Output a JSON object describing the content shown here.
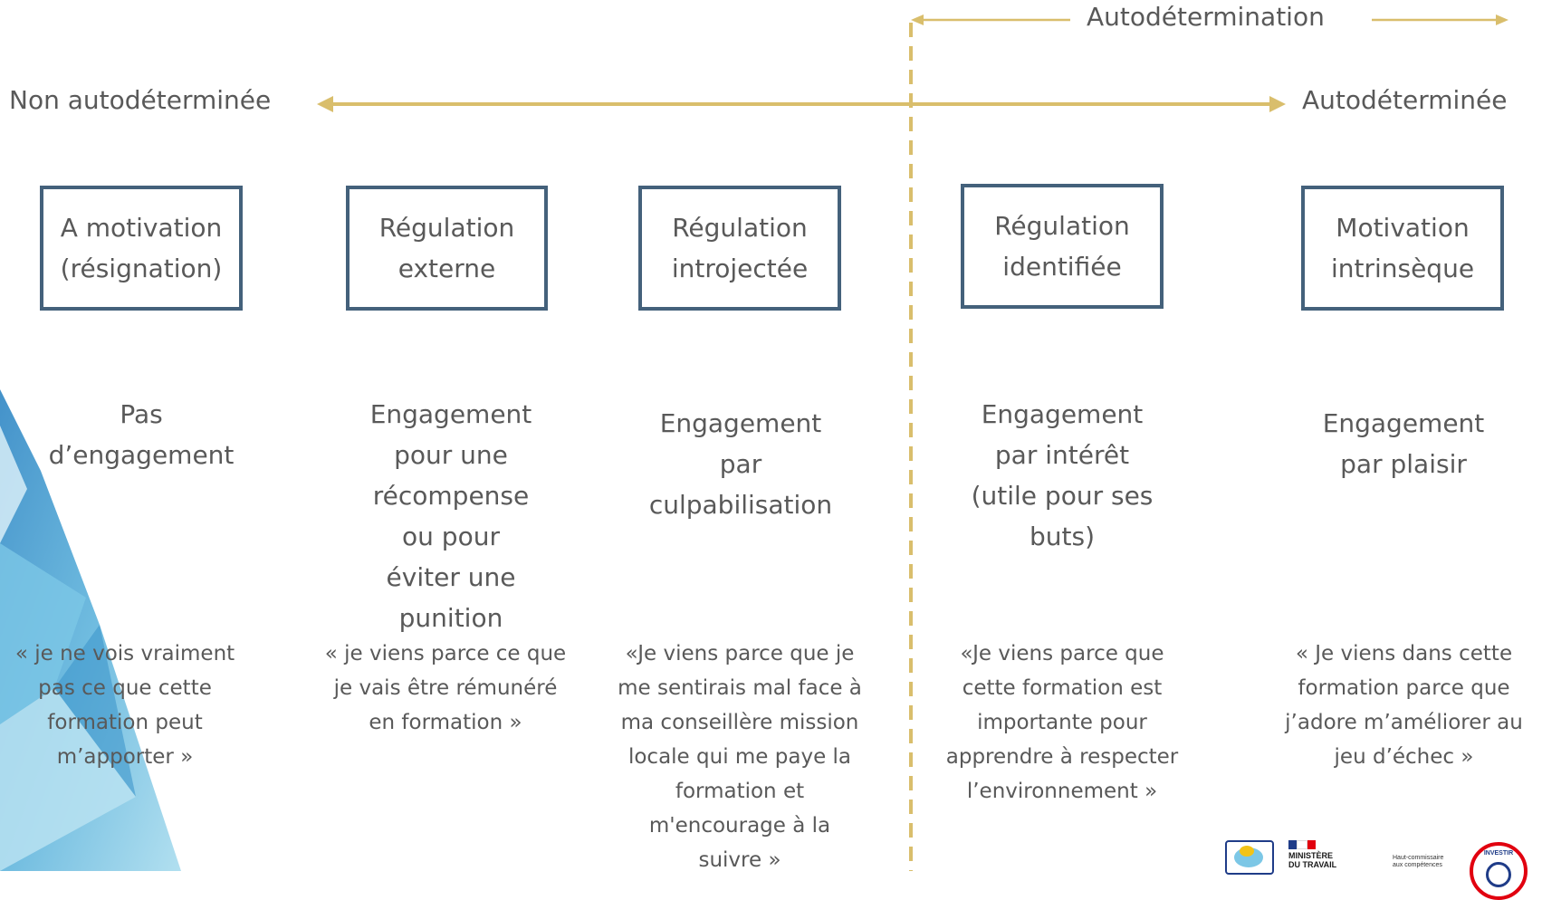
{
  "top_scale": {
    "autodetermination_label": "Autodétermination",
    "left_label": "Non autodéterminée",
    "right_label": "Autodéterminée"
  },
  "columns": [
    {
      "box": "A motivation\n(résignation)",
      "engagement": "Pas\nd’engagement",
      "quote": "« je ne vois vraiment\npas ce que cette\nformation peut\nm’apporter »"
    },
    {
      "box": "Régulation\nexterne",
      "engagement": "Engagement\npour une\nrécompense\nou pour\néviter une\npunition",
      "quote": "« je viens parce ce que\nje vais être rémunéré\nen formation »"
    },
    {
      "box": "Régulation\nintrojectée",
      "engagement": "Engagement\npar\nculpabilisation",
      "quote": "«Je viens parce que je\nme sentirais mal face à\nma conseillère mission\nlocale qui me paye la\nformation et\nm'encourage à la\nsuivre »"
    },
    {
      "box": "Régulation\nidentifiée",
      "engagement": "Engagement\npar intérêt\n(utile pour ses\nbuts)",
      "quote": "«Je viens parce que\ncette formation est\nimportante pour\napprendre à respecter\nl’environnement  »"
    },
    {
      "box": "Motivation\nintrinsèque",
      "engagement": "Engagement\npar plaisir",
      "quote": "« Je viens dans cette\nformation parce que\nj’adore m’améliorer au\njeu d’échec »"
    }
  ],
  "logos": {
    "ministere_line1": "MINISTÈRE",
    "ministere_line2": "DU TRAVAIL",
    "haut_commissaire_line1": "Haut-commissaire",
    "haut_commissaire_line2": "aux compétences",
    "seal_text": "INVESTIR"
  },
  "colors": {
    "gold": "#d9be6c",
    "box_border": "#44617b",
    "text": "#595959"
  }
}
